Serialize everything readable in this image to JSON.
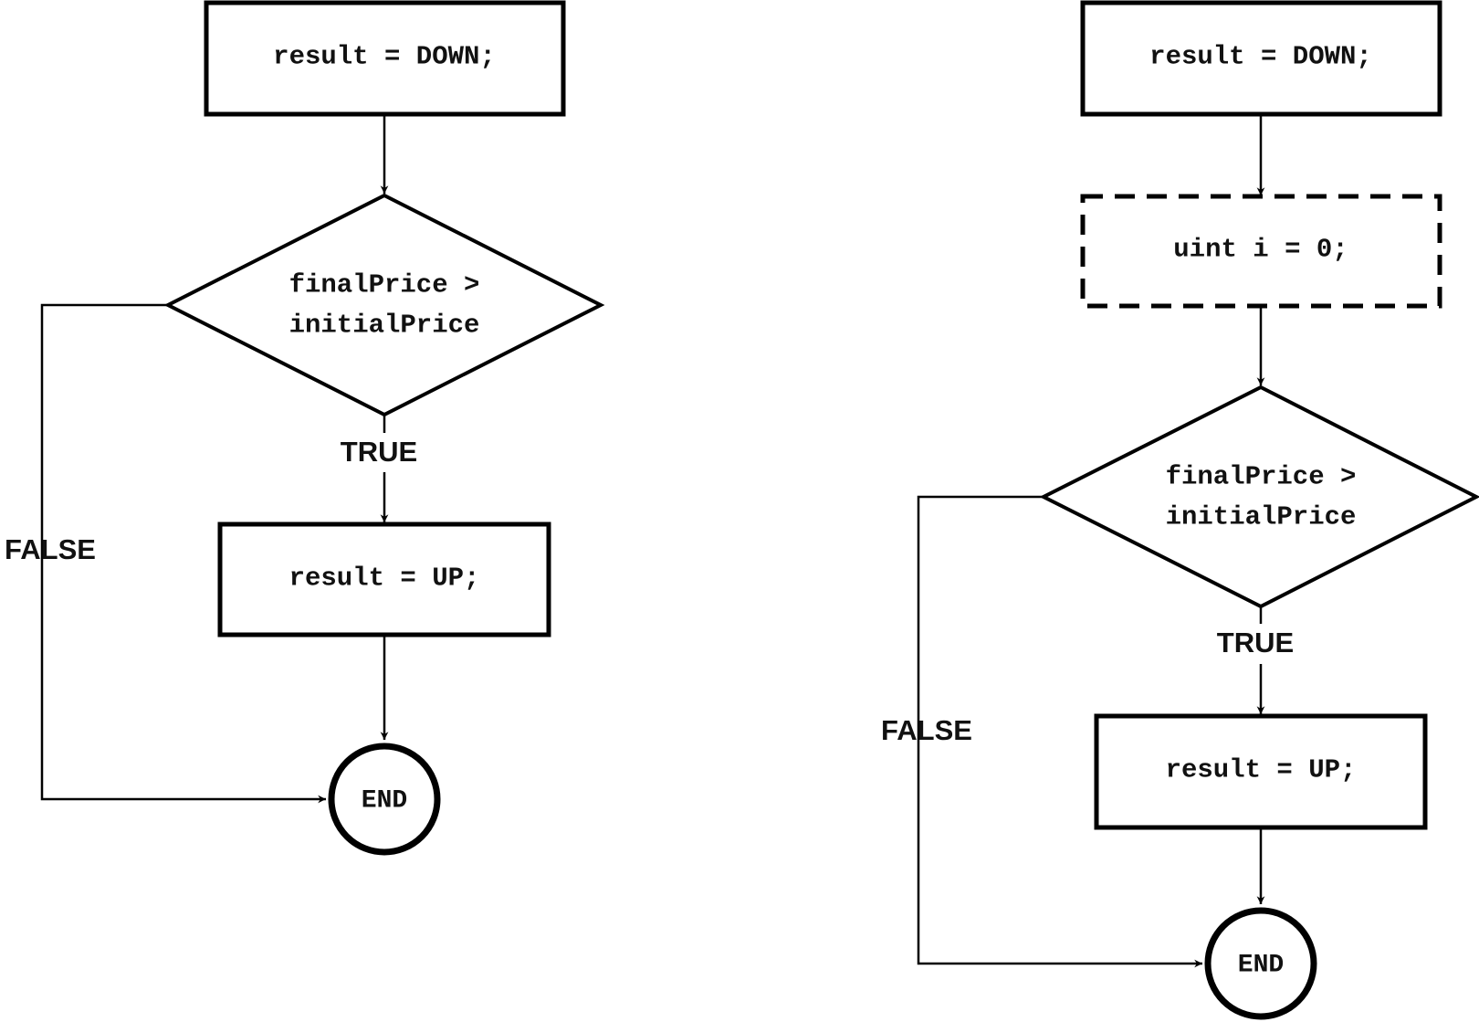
{
  "diagrams": [
    {
      "start_label": "result = DOWN;",
      "condition_line1": "finalPrice >",
      "condition_line2": "initialPrice",
      "true_label": "TRUE",
      "false_label": "FALSE",
      "action_label": "result = UP;",
      "end_label": "END"
    },
    {
      "start_label": "result = DOWN;",
      "init_label": "uint i = 0;",
      "condition_line1": "finalPrice >",
      "condition_line2": "initialPrice",
      "true_label": "TRUE",
      "false_label": "FALSE",
      "action_label": "result = UP;",
      "end_label": "END"
    }
  ]
}
